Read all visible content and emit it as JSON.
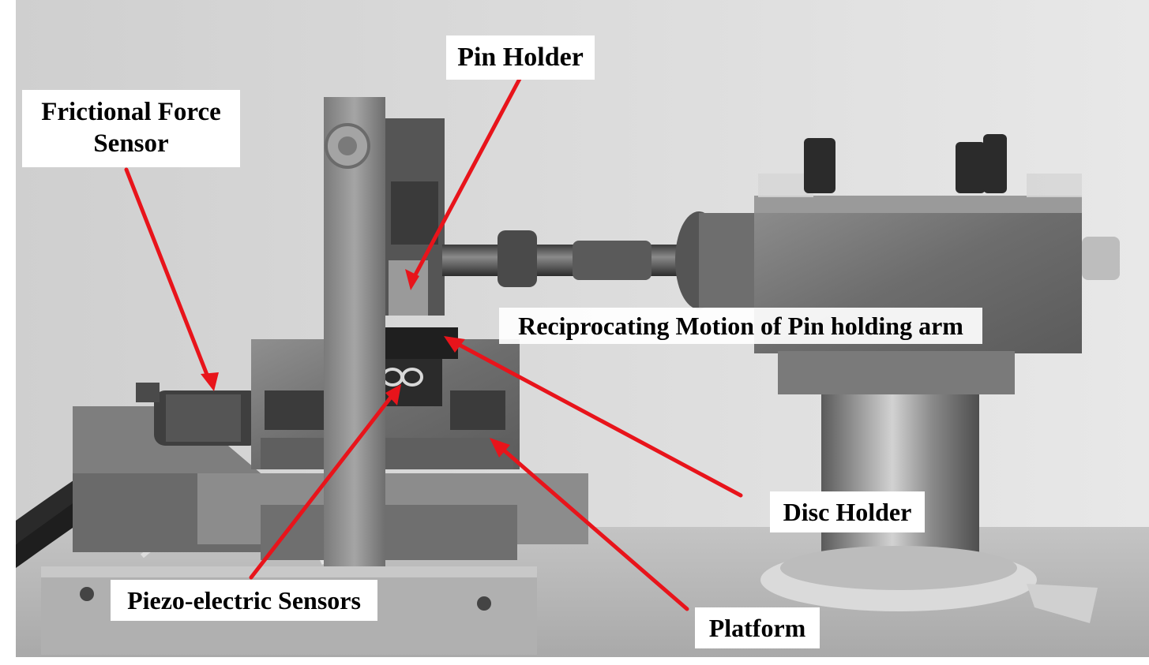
{
  "labels": {
    "pin_holder": "Pin Holder",
    "frictional_line1": "Frictional Force",
    "frictional_line2": "Sensor",
    "reciprocating": "Reciprocating Motion of Pin holding arm",
    "disc_holder": "Disc Holder",
    "piezo": "Piezo-electric Sensors",
    "platform": "Platform"
  },
  "colors": {
    "arrow": "#e8141b",
    "label_bg": "#ffffff",
    "label_text": "#000000"
  }
}
